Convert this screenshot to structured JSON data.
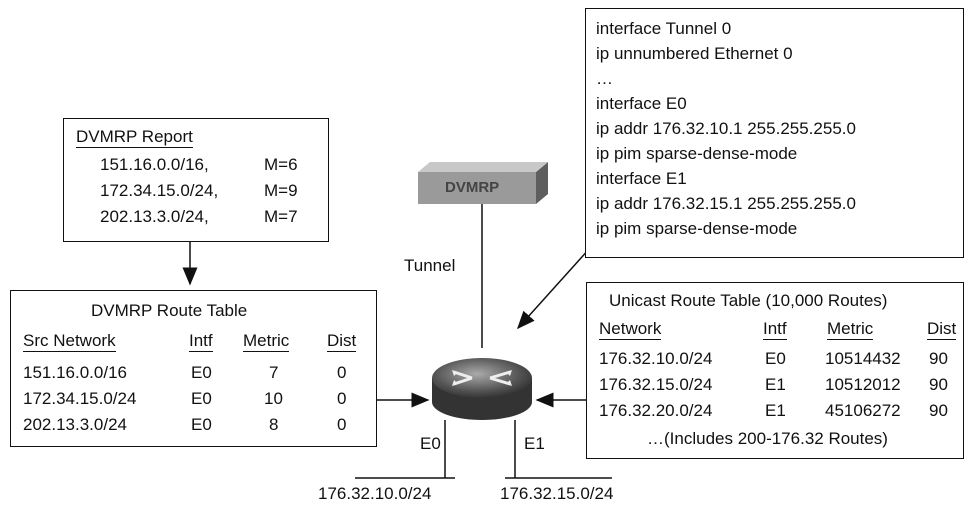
{
  "report": {
    "title": "DVMRP Report",
    "lines": [
      {
        "net": "151.16.0.0/16,",
        "m": "M=6"
      },
      {
        "net": "172.34.15.0/24,",
        "m": "M=9"
      },
      {
        "net": "202.13.3.0/24,",
        "m": "M=7"
      }
    ]
  },
  "dvmrp_table": {
    "title": "DVMRP Route Table",
    "headers": [
      "Src Network",
      "Intf",
      "Metric",
      "Dist"
    ],
    "rows": [
      [
        "151.16.0.0/16",
        "E0",
        "7",
        "0"
      ],
      [
        "172.34.15.0/24",
        "E0",
        "10",
        "0"
      ],
      [
        "202.13.3.0/24",
        "E0",
        "8",
        "0"
      ]
    ]
  },
  "config": {
    "lines": [
      "interface Tunnel 0",
      "ip unnumbered Ethernet 0",
      "…",
      "interface E0",
      "ip addr 176.32.10.1 255.255.255.0",
      "ip pim sparse-dense-mode",
      "interface E1",
      "ip addr 176.32.15.1 255.255.255.0",
      "ip pim sparse-dense-mode"
    ]
  },
  "unicast_table": {
    "title": "Unicast Route Table (10,000 Routes)",
    "headers": [
      "Network",
      "Intf",
      "Metric",
      "Dist"
    ],
    "rows": [
      [
        "176.32.10.0/24",
        "E0",
        "10514432",
        "90"
      ],
      [
        "176.32.15.0/24",
        "E1",
        "10512012",
        "90"
      ],
      [
        "176.32.20.0/24",
        "E1",
        "45106272",
        "90"
      ]
    ],
    "footer": "…(Includes 200-176.32 Routes)"
  },
  "dvmrp_device_label": "DVMRP",
  "tunnel_label": "Tunnel",
  "e0_label": "E0",
  "e1_label": "E1",
  "subnet_e0": "176.32.10.0/24",
  "subnet_e1": "176.32.15.0/24"
}
